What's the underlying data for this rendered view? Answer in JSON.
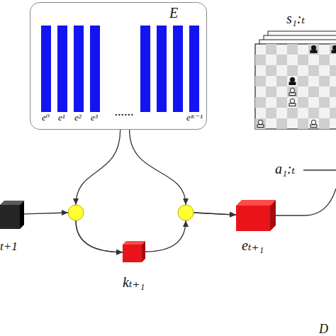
{
  "diagram": {
    "nodes": [
      {
        "text": [
          "E"
        ]
      },
      {
        "text": [
          "s₁:ₜ"
        ]
      },
      {
        "text": [
          "t+1"
        ]
      },
      {
        "text": [
          "kₜ₊₁"
        ]
      },
      {
        "text": [
          "eₜ₊₁"
        ]
      }
    ],
    "edges": [
      {
        "from": 2,
        "to": 3,
        "arrow": "to"
      },
      {
        "from": 0,
        "to": 3,
        "arrow": "to"
      },
      {
        "from": 3,
        "to": 4,
        "arrow": "to"
      },
      {
        "from": 0,
        "to": 4,
        "arrow": "to"
      }
    ],
    "labels": [
      "e⁰",
      "e¹",
      "e²",
      "e³",
      "......",
      "eᴷ⁻¹",
      "a₁:ₜ",
      "D"
    ]
  }
}
